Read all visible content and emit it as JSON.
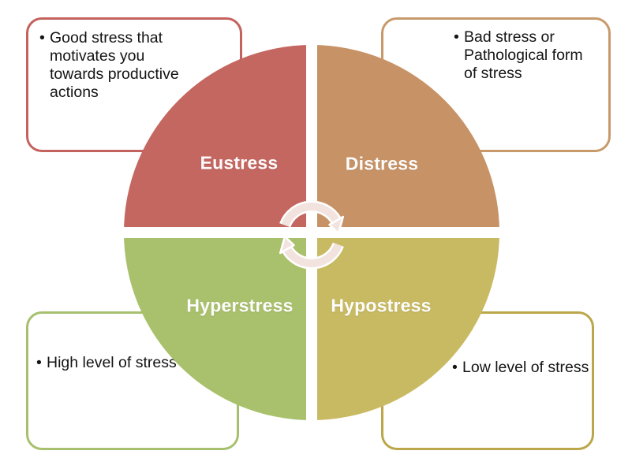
{
  "diagram": {
    "type": "cycle-quadrant",
    "center_icon": "cycle-arrows",
    "quadrants": [
      {
        "id": "eustress",
        "label": "Eustress",
        "fill": "#c56761",
        "callout": {
          "border_color": "#c4625e",
          "bullet": "•",
          "lines": [
            "Good stress that",
            "motivates you",
            "towards productive",
            "actions"
          ]
        }
      },
      {
        "id": "distress",
        "label": "Distress",
        "fill": "#c79366",
        "callout": {
          "border_color": "#c89a6b",
          "bullet": "•",
          "lines": [
            "Bad stress or",
            "Pathological form",
            "of stress"
          ]
        }
      },
      {
        "id": "hyperstress",
        "label": "Hyperstress",
        "fill": "#a9c16c",
        "callout": {
          "border_color": "#a7c06e",
          "bullet": "•",
          "lines": [
            "High level of stress"
          ]
        }
      },
      {
        "id": "hypostress",
        "label": "Hypostress",
        "fill": "#c8ba62",
        "callout": {
          "border_color": "#bba74a",
          "bullet": "•",
          "lines": [
            "Low level of stress"
          ]
        }
      }
    ]
  }
}
